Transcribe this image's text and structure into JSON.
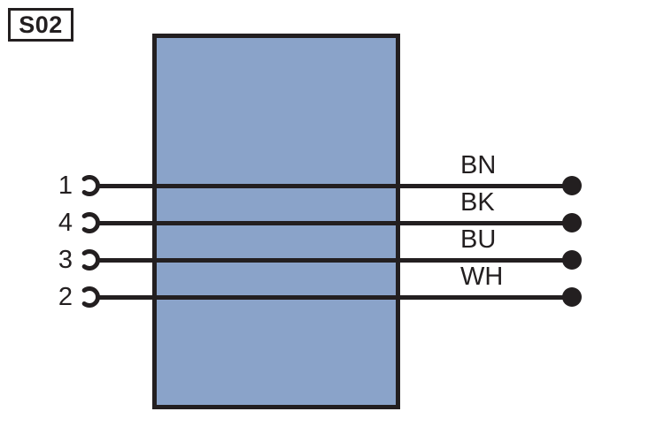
{
  "diagram": {
    "component_id": "S02",
    "component_type": "sensor-block",
    "block_color": "#8AA3C9",
    "line_color": "#231F20",
    "background_color": "#FFFFFF",
    "wires": [
      {
        "pin": "1",
        "color_label": "BN"
      },
      {
        "pin": "4",
        "color_label": "BK"
      },
      {
        "pin": "3",
        "color_label": "BU"
      },
      {
        "pin": "2",
        "color_label": "WH"
      }
    ]
  }
}
